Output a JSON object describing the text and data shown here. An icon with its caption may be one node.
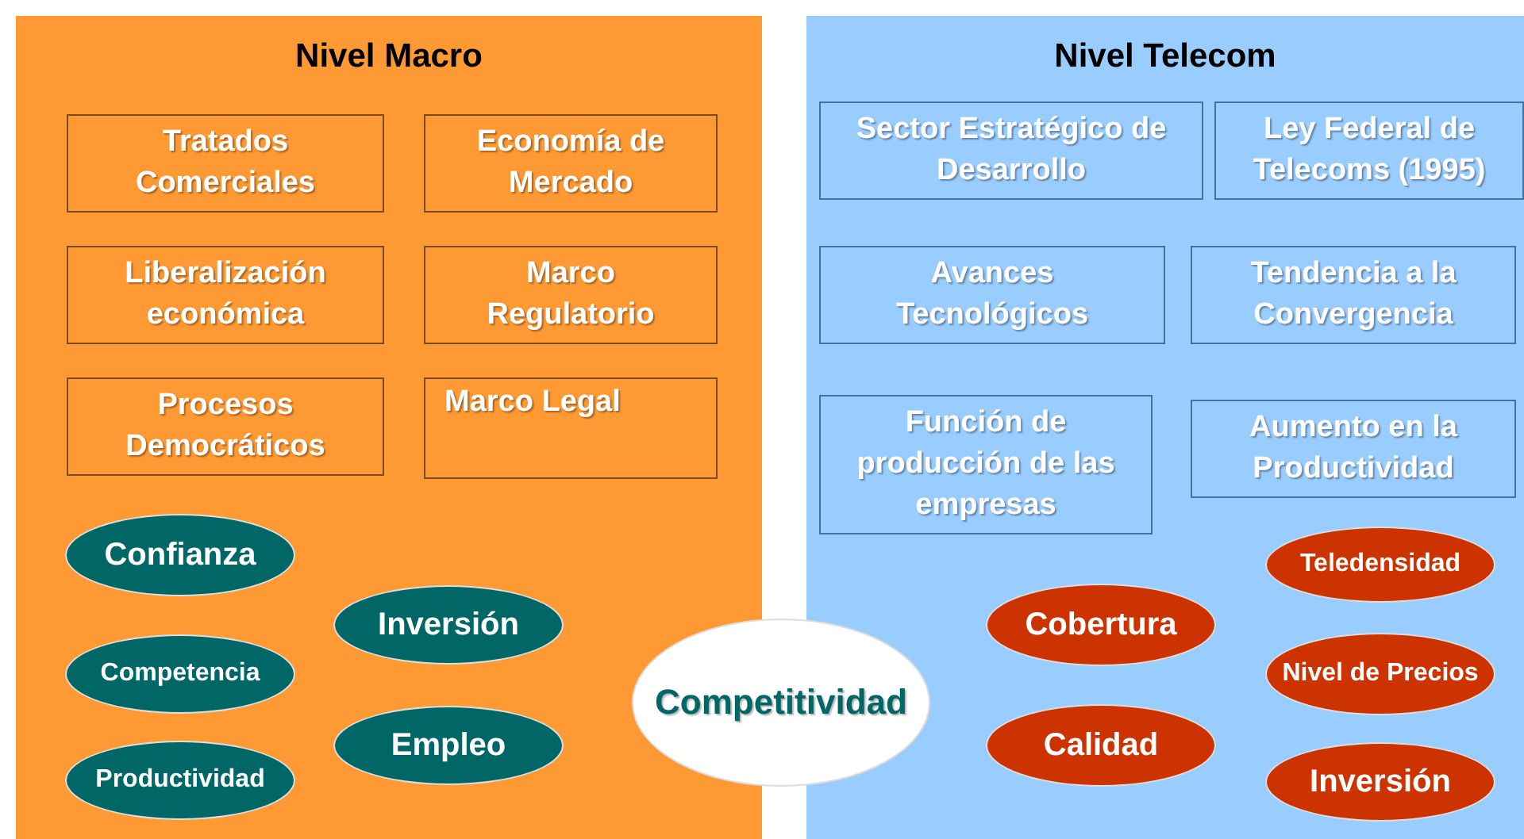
{
  "diagram": {
    "nodes": [
      {
        "text": [
          "Nivel Macro"
        ]
      },
      {
        "text": [
          "Tratados Comerciales"
        ],
        "in": 0
      },
      {
        "text": [
          "Economía de Mercado"
        ],
        "in": 0
      },
      {
        "text": [
          "Liberalización económica"
        ],
        "in": 0
      },
      {
        "text": [
          "Marco Regulatorio"
        ],
        "in": 0
      },
      {
        "text": [
          "Procesos Democráticos"
        ],
        "in": 0
      },
      {
        "text": [
          "Marco Legal"
        ],
        "in": 0
      },
      {
        "text": [
          "Confianza"
        ],
        "in": 0
      },
      {
        "text": [
          "Inversión"
        ],
        "in": 0
      },
      {
        "text": [
          "Competencia"
        ],
        "in": 0
      },
      {
        "text": [
          "Empleo"
        ],
        "in": 0
      },
      {
        "text": [
          "Productividad"
        ],
        "in": 0
      },
      {
        "text": [
          "Nivel Telecom"
        ]
      },
      {
        "text": [
          "Sector Estratégico de Desarrollo"
        ],
        "in": 12
      },
      {
        "text": [
          "Ley Federal de Telecoms (1995)"
        ],
        "in": 12
      },
      {
        "text": [
          "Avances Tecnológicos"
        ],
        "in": 12
      },
      {
        "text": [
          "Tendencia a la Convergencia"
        ],
        "in": 12
      },
      {
        "text": [
          "Función de producción de las empresas"
        ],
        "in": 12
      },
      {
        "text": [
          "Aumento en la Productividad"
        ],
        "in": 12
      },
      {
        "text": [
          "Teledensidad"
        ],
        "in": 12
      },
      {
        "text": [
          "Cobertura"
        ],
        "in": 12
      },
      {
        "text": [
          "Nivel de Precios"
        ],
        "in": 12
      },
      {
        "text": [
          "Calidad"
        ],
        "in": 12
      },
      {
        "text": [
          "Inversión"
        ],
        "in": 12
      },
      {
        "text": [
          "Competitividad"
        ]
      }
    ]
  }
}
